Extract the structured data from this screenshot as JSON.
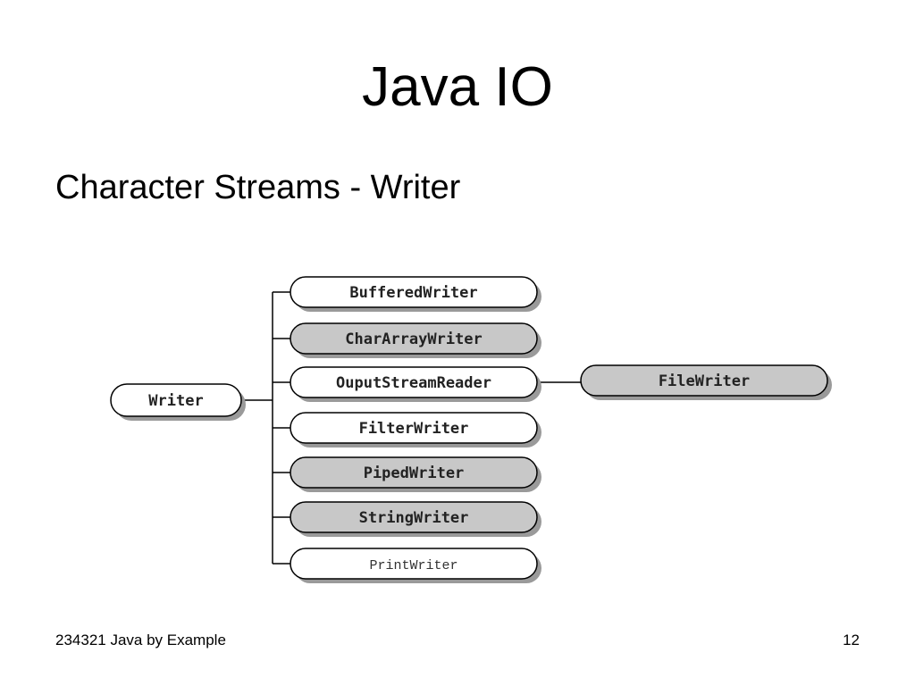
{
  "slide": {
    "title": "Java IO",
    "subtitle": "Character Streams - Writer",
    "footer_left": "234321 Java by Example",
    "page_number": "12"
  },
  "diagram": {
    "root": "Writer",
    "children": [
      {
        "label": "BufferedWriter",
        "shaded": false
      },
      {
        "label": "CharArrayWriter",
        "shaded": true
      },
      {
        "label": "OuputStreamReader",
        "shaded": false
      },
      {
        "label": "FilterWriter",
        "shaded": false
      },
      {
        "label": "PipedWriter",
        "shaded": true
      },
      {
        "label": "StringWriter",
        "shaded": true
      },
      {
        "label": "PrintWriter",
        "shaded": false
      }
    ],
    "grandchild": {
      "label": "FileWriter",
      "parent": "OuputStreamReader",
      "shaded": true
    }
  },
  "colors": {
    "shaded_fill": "#c8c8c8",
    "plain_fill": "#ffffff",
    "shadow": "#9a9a9a",
    "outline": "#000000"
  }
}
